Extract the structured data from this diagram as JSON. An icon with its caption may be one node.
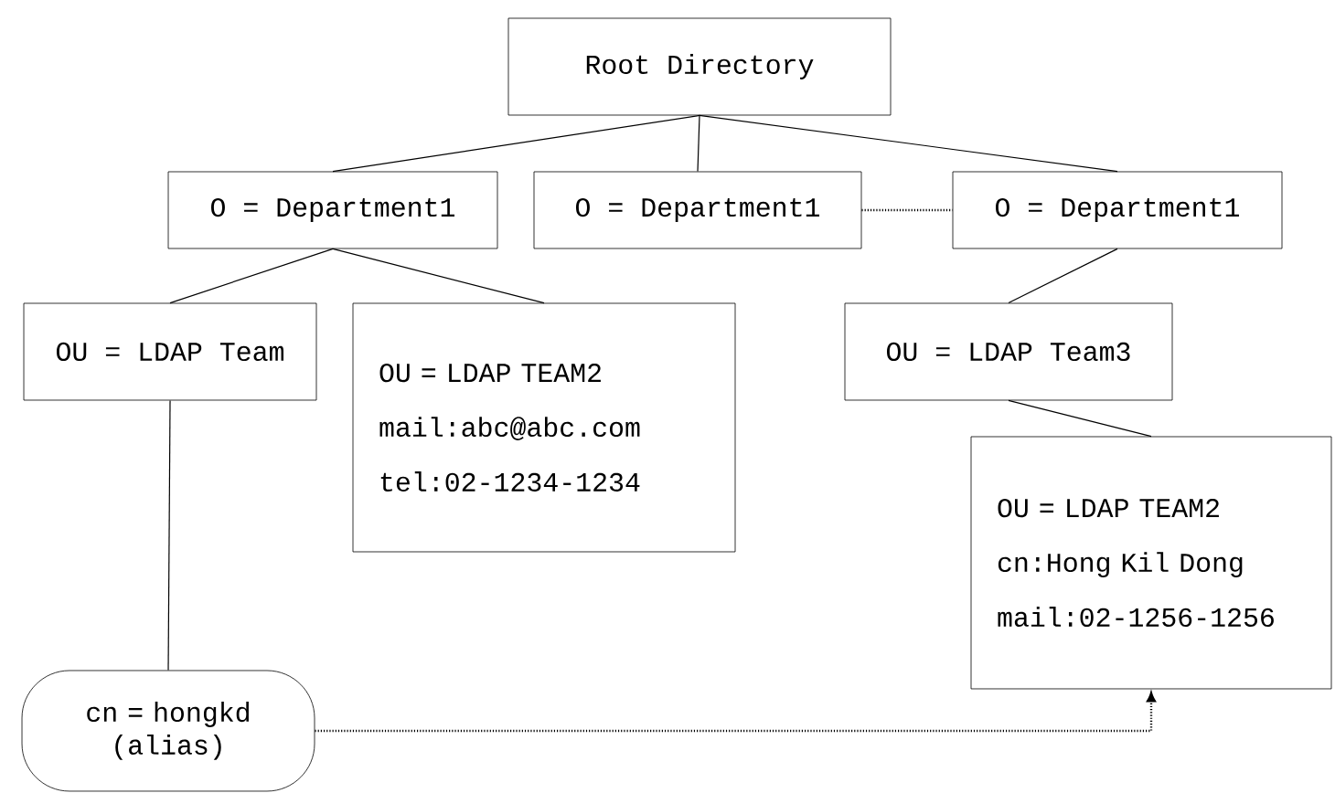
{
  "diagram": {
    "nodes": [
      {
        "text": [
          "Root Directory"
        ]
      },
      {
        "text": [
          "O = Department1"
        ]
      },
      {
        "text": [
          "O = Department1"
        ]
      },
      {
        "text": [
          "O = Department1"
        ]
      },
      {
        "text": [
          "OU = LDAP Team"
        ]
      },
      {
        "text": [
          "OU = LDAP TEAM2",
          "mail:abc@abc.com",
          "tel:02-1234-1234"
        ]
      },
      {
        "text": [
          "OU = LDAP Team3"
        ]
      },
      {
        "text": [
          "OU = LDAP TEAM2",
          "cn:Hong Kil Dong",
          "mail:02-1256-1256"
        ]
      },
      {
        "text": [
          "cn = hongkd (alias)"
        ]
      }
    ],
    "edges": [
      {
        "from": 0,
        "to": 1,
        "arrow": "none"
      },
      {
        "from": 0,
        "to": 2,
        "arrow": "none"
      },
      {
        "from": 0,
        "to": 3,
        "arrow": "none"
      },
      {
        "from": 2,
        "to": 3,
        "arrow": "none",
        "style": "dashed"
      },
      {
        "from": 1,
        "to": 4,
        "arrow": "none"
      },
      {
        "from": 1,
        "to": 5,
        "arrow": "none"
      },
      {
        "from": 3,
        "to": 6,
        "arrow": "none"
      },
      {
        "from": 6,
        "to": 7,
        "arrow": "none"
      },
      {
        "from": 4,
        "to": 8,
        "arrow": "none"
      },
      {
        "from": 8,
        "to": 7,
        "arrow": "to",
        "style": "dashed"
      }
    ]
  }
}
